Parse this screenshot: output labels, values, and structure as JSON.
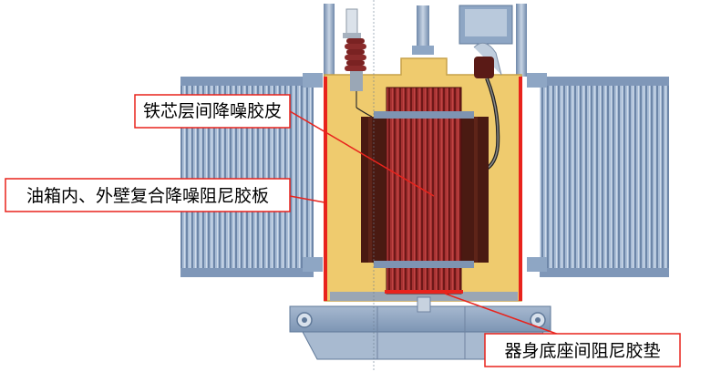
{
  "diagram": {
    "callouts": {
      "core_interlayer": "铁芯层间降噪胶皮",
      "tank_wall_plate": "油箱内、外壁复合降噪阻尼胶板",
      "body_base_pad": "器身底座间阻尼胶垫"
    }
  },
  "colors": {
    "tank_fill": "#efcb6e",
    "callout_line": "#e8231c",
    "core_red": "#9c2a2a",
    "coil_brown": "#4a1a12",
    "radiator": "#9aafcb",
    "frame": "#86a0bf"
  }
}
